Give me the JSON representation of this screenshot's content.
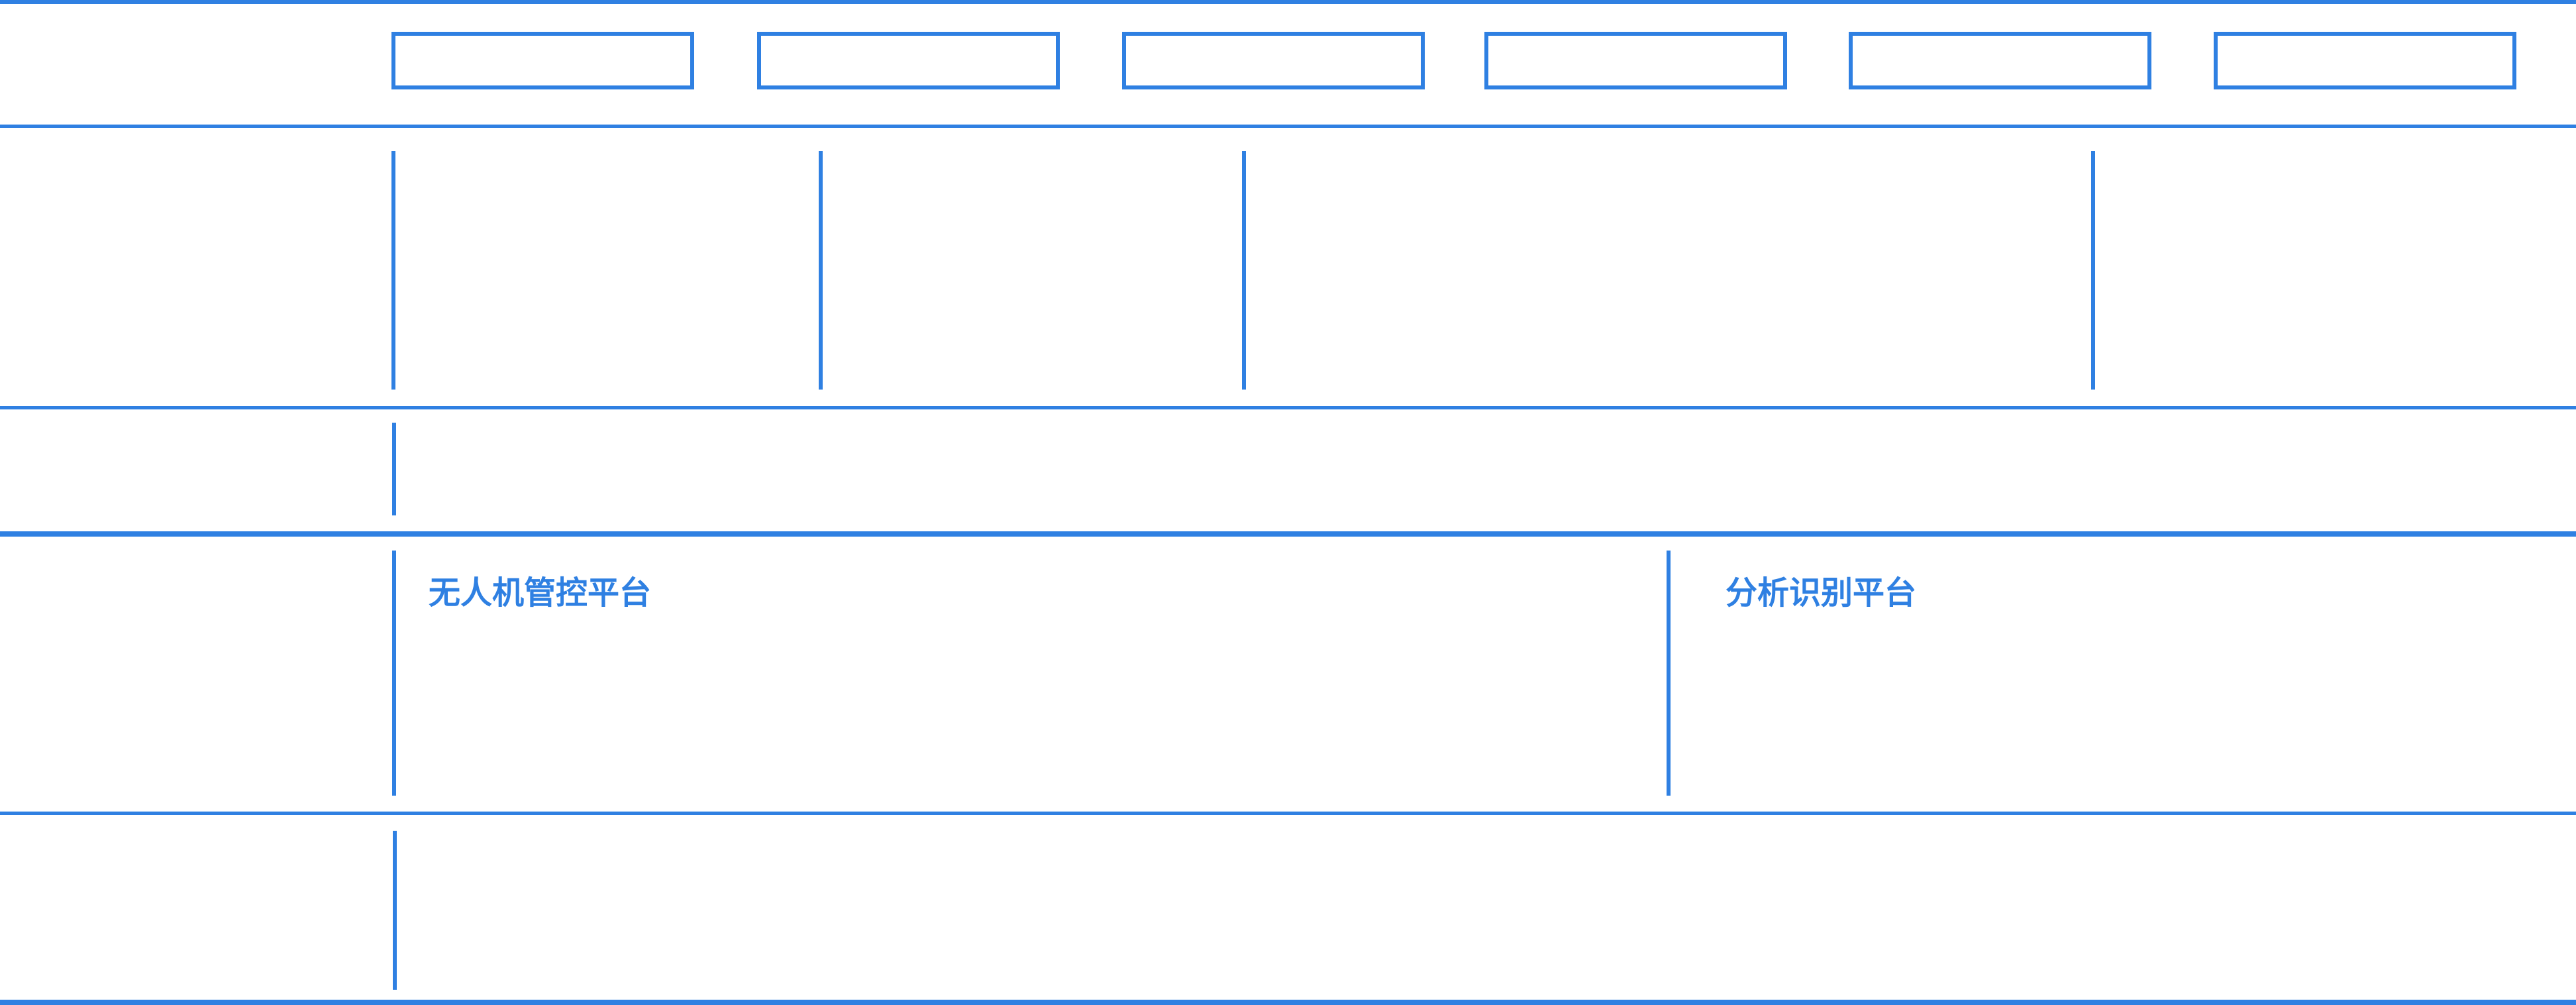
{
  "page": {
    "background": "#FFFFFF",
    "accent_color": "#2F80E2"
  },
  "top_nav": {
    "box_count": 6,
    "boxes": [
      {
        "label": ""
      },
      {
        "label": ""
      },
      {
        "label": ""
      },
      {
        "label": ""
      },
      {
        "label": ""
      },
      {
        "label": ""
      }
    ]
  },
  "content": {
    "platform_row": {
      "uav_platform": {
        "label": "无人机管控平台"
      },
      "analysis_platform": {
        "label": "分析识别平台"
      }
    }
  }
}
